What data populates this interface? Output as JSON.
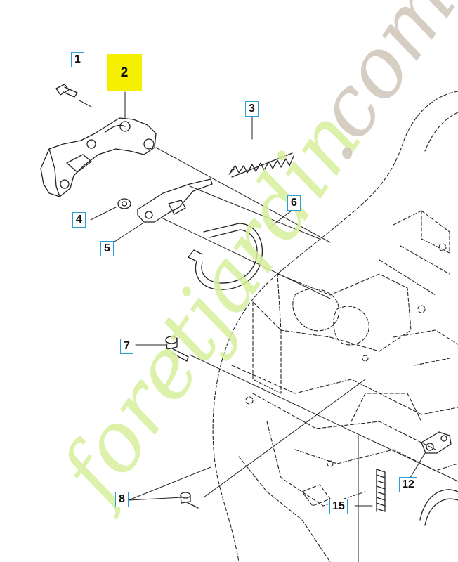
{
  "callouts": [
    {
      "id": "1",
      "label": "1"
    },
    {
      "id": "2",
      "label": "2",
      "highlighted": true
    },
    {
      "id": "3",
      "label": "3"
    },
    {
      "id": "4",
      "label": "4"
    },
    {
      "id": "5",
      "label": "5"
    },
    {
      "id": "6",
      "label": "6"
    },
    {
      "id": "7",
      "label": "7"
    },
    {
      "id": "8",
      "label": "8"
    },
    {
      "id": "12",
      "label": "12"
    },
    {
      "id": "15",
      "label": "15"
    }
  ],
  "watermark": {
    "text_main": "foretjardin",
    "text_suffix": ".com",
    "color_main": "#d6ef9a",
    "color_dot": "#f2b16e",
    "color_suffix": "#cfc6b8"
  },
  "colors": {
    "line": "#222222",
    "callout_border": "#2a9fd6",
    "highlight": "#f4f000"
  }
}
